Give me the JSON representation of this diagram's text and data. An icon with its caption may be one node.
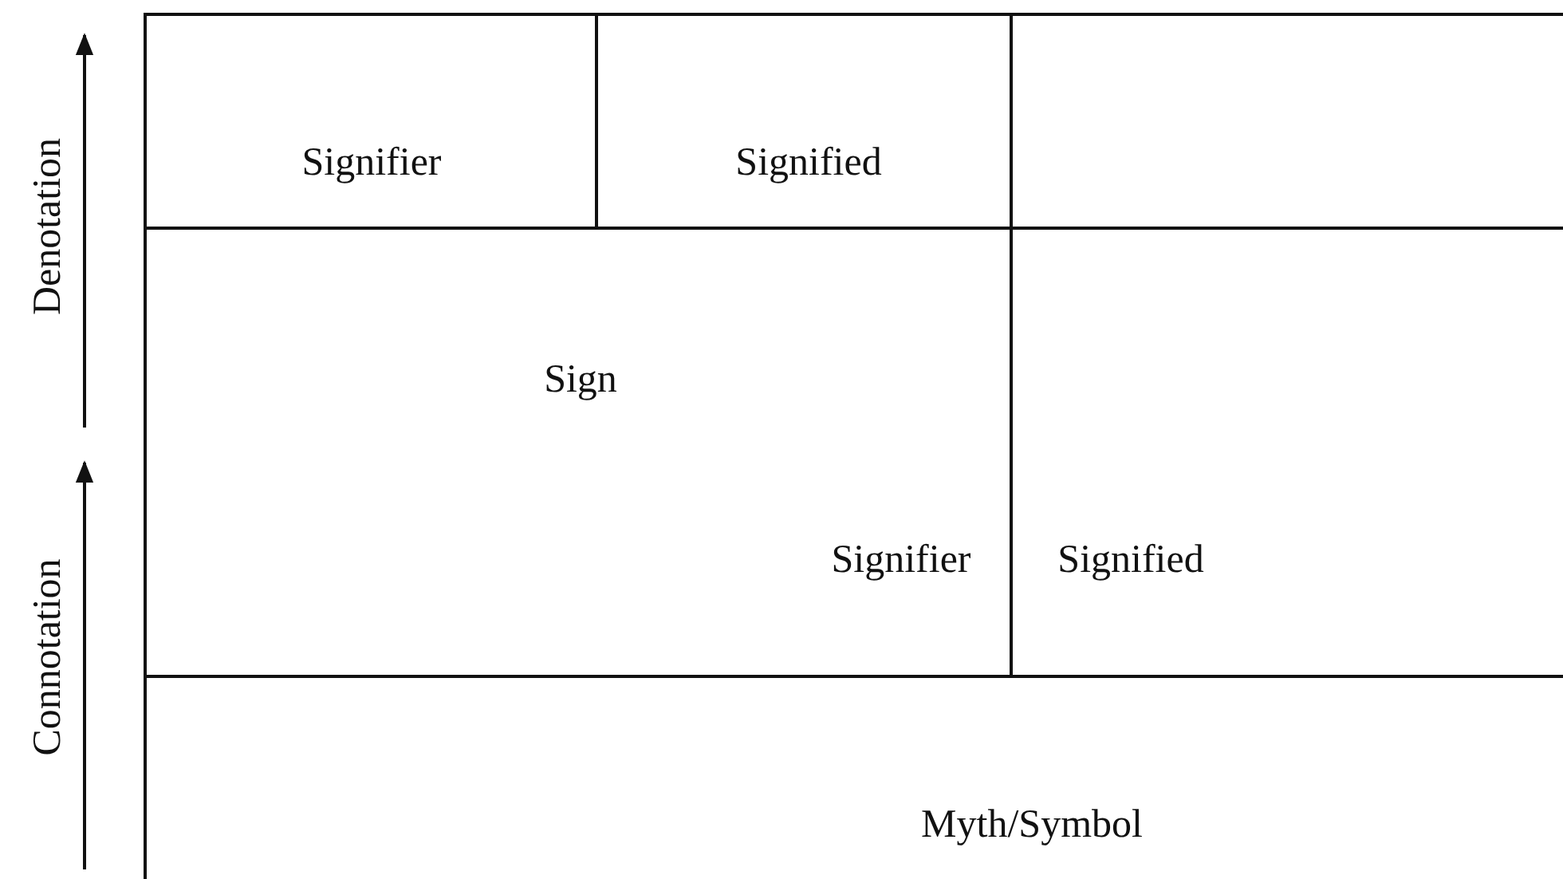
{
  "diagram": {
    "nodes": [
      {
        "text": [
          "Signifier"
        ]
      },
      {
        "text": [
          "Signified"
        ]
      },
      {
        "text": [],
        "shape": "box"
      },
      {
        "text": [
          "Sign",
          "Signifier"
        ]
      },
      {
        "text": [
          "Signified"
        ]
      },
      {
        "text": [
          "Myth/Symbol"
        ]
      }
    ],
    "edges": [],
    "labels": [
      "Denotation",
      "Connotation"
    ]
  }
}
